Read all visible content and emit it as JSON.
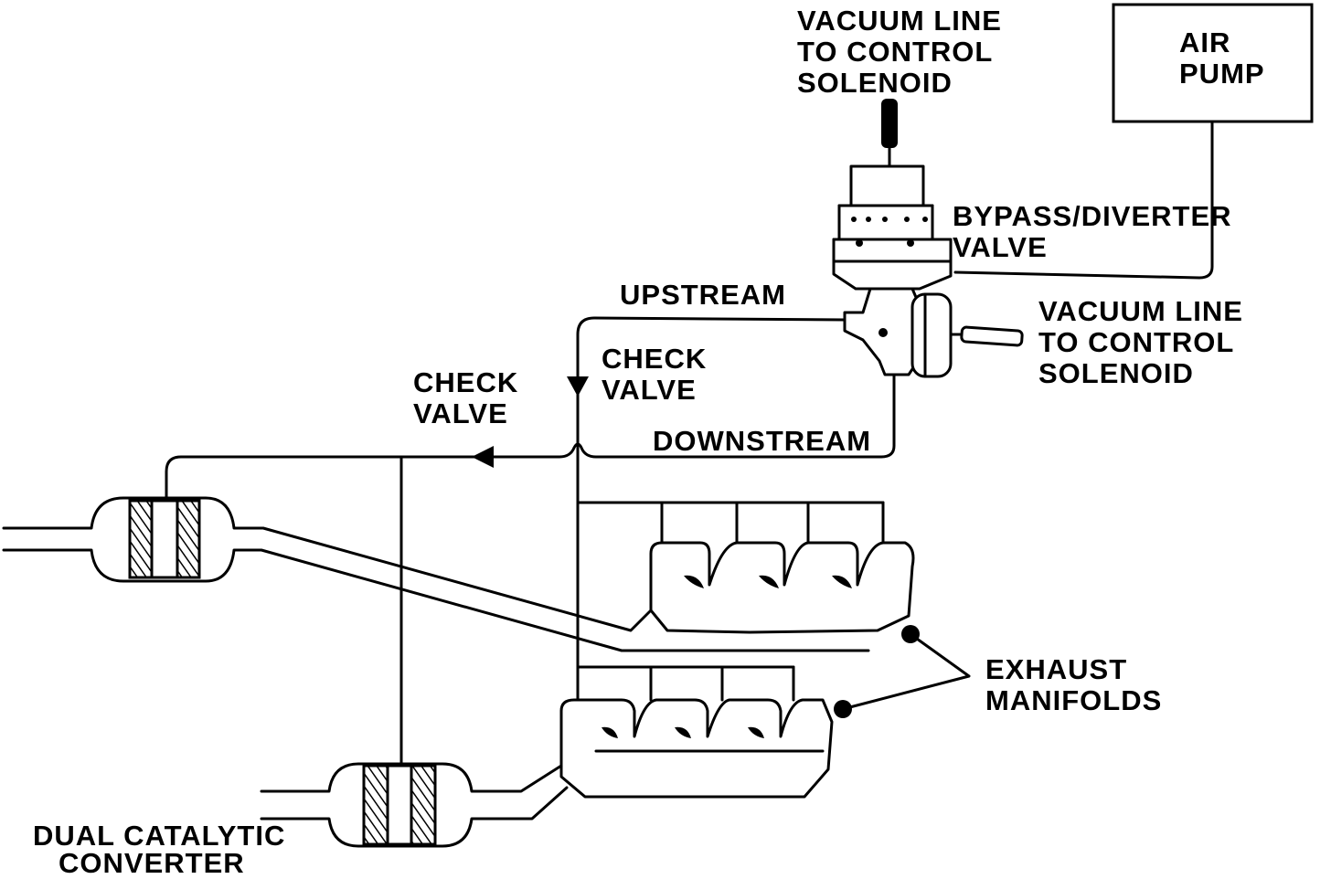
{
  "labels": {
    "vacuum_line_top": [
      "VACUUM LINE",
      "TO CONTROL",
      "SOLENOID"
    ],
    "air_pump": [
      "AIR",
      "PUMP"
    ],
    "bypass_diverter_valve": [
      "BYPASS/DIVERTER",
      "VALVE"
    ],
    "upstream": "UPSTREAM",
    "vacuum_line_right": [
      "VACUUM LINE",
      "TO CONTROL",
      "SOLENOID"
    ],
    "check_valve_center": [
      "CHECK",
      "VALVE"
    ],
    "check_valve_left": [
      "CHECK",
      "VALVE"
    ],
    "downstream": "DOWNSTREAM",
    "exhaust_manifolds": [
      "EXHAUST",
      "MANIFOLDS"
    ],
    "dual_catalytic_converter": [
      "DUAL CATALYTIC",
      "CONVERTER"
    ]
  }
}
